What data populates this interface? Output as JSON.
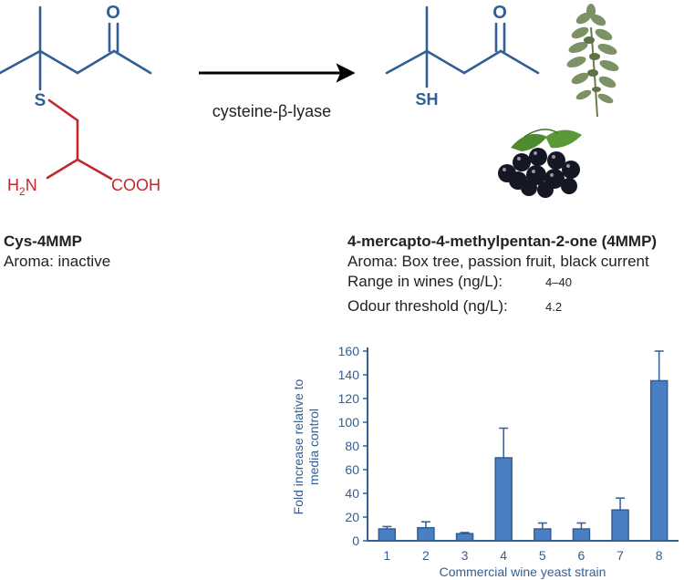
{
  "left_molecule": {
    "atom_o": "O",
    "atom_s": "S",
    "amine_h": "H",
    "amine_sub": "2",
    "amine_n": "N",
    "acid": "COOH",
    "name": "Cys-4MMP",
    "aroma": "Aroma: inactive"
  },
  "reaction": {
    "enzyme": "cysteine-β-lyase"
  },
  "right_molecule": {
    "atom_o": "O",
    "thiol": "SH",
    "name": "4-mercapto-4-methylpentan-2-one (4MMP)",
    "aroma": "Aroma: Box tree, passion fruit, black current",
    "range_label": "Range in wines (ng/L):",
    "range_value": "4–40",
    "threshold_label": "Odour threshold (ng/L):",
    "threshold_value": "4.2"
  },
  "illustrations": [
    "box-tree-sprig-icon",
    "blackcurrant-berries-icon"
  ],
  "colors": {
    "molecule_blue": "#2f5f96",
    "molecule_red": "#c0282e",
    "bar_fill": "#4a7fc4",
    "bar_edge": "#2f5f96"
  },
  "chart_data": {
    "type": "bar",
    "categories": [
      "1",
      "2",
      "3",
      "4",
      "5",
      "6",
      "7",
      "8"
    ],
    "values": [
      10,
      11,
      6,
      70,
      10,
      10,
      26,
      135
    ],
    "errors": [
      2,
      5,
      1,
      25,
      5,
      5,
      10,
      25
    ],
    "ylim": [
      0,
      160
    ],
    "yticks": [
      "0",
      "20",
      "40",
      "60",
      "80",
      "100",
      "120",
      "140",
      "160"
    ],
    "ylabel_line1": "Fold increase relative to",
    "ylabel_line2": "media control",
    "xlabel": "Commercial wine yeast strain",
    "grid": false
  }
}
